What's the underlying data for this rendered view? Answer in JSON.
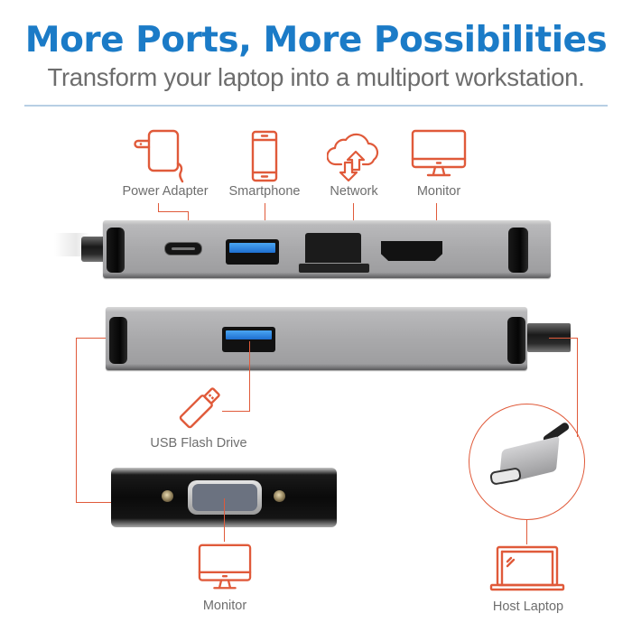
{
  "header": {
    "title": "More Ports, More Possibilities",
    "subtitle": "Transform your laptop into a multiport workstation."
  },
  "colors": {
    "title_blue": "#1b7bc7",
    "subtitle_gray": "#6d6d6d",
    "accent_orange": "#e05a3a",
    "rule_blue": "#b7cfe4",
    "usb_blue": "#2f86e0"
  },
  "top_ports": [
    {
      "label": "Power Adapter",
      "icon": "power-adapter-icon",
      "port": "USB-C PD"
    },
    {
      "label": "Smartphone",
      "icon": "smartphone-icon",
      "port": "USB-A"
    },
    {
      "label": "Network",
      "icon": "cloud-upload-download-icon",
      "port": "RJ45 Ethernet"
    },
    {
      "label": "Monitor",
      "icon": "monitor-icon",
      "port": "HDMI"
    }
  ],
  "middle_ports": [
    {
      "label": "USB Flash Drive",
      "icon": "usb-flash-drive-icon",
      "port": "USB-A"
    },
    {
      "label": "Host Laptop",
      "icon": "laptop-icon",
      "port": "USB-C cable"
    }
  ],
  "bottom_ports": [
    {
      "label": "Monitor",
      "icon": "monitor-icon",
      "port": "VGA"
    }
  ]
}
